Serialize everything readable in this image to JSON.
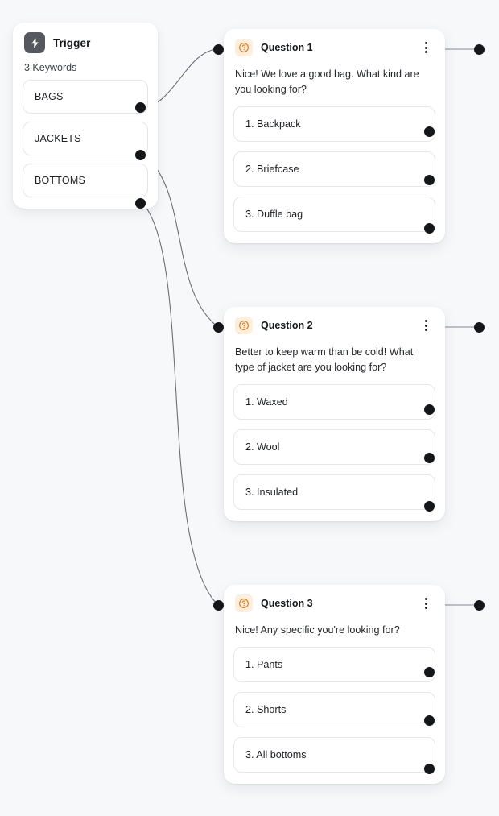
{
  "canvas": {
    "background": "#f7f8fa",
    "accent_orange": "#d9730d",
    "badge_bg": "#fdeedd",
    "port_color": "#14161a",
    "edge_color": "#6b6f76"
  },
  "trigger": {
    "icon": "lightning-bolt-icon",
    "title": "Trigger",
    "subtitle": "3 Keywords",
    "keywords": [
      {
        "label": "BAGS"
      },
      {
        "label": "JACKETS"
      },
      {
        "label": "BOTTOMS"
      }
    ]
  },
  "questions": [
    {
      "icon": "question-mark-circle-icon",
      "title": "Question 1",
      "menu_icon": "kebab-menu-icon",
      "prompt": "Nice! We love a good bag. What kind are you looking for?",
      "answers": [
        {
          "label": "1. Backpack"
        },
        {
          "label": "2. Briefcase"
        },
        {
          "label": "3. Duffle bag"
        }
      ]
    },
    {
      "icon": "question-mark-circle-icon",
      "title": "Question 2",
      "menu_icon": "kebab-menu-icon",
      "prompt": "Better to keep warm than be cold! What type of jacket are you looking for?",
      "answers": [
        {
          "label": "1. Waxed"
        },
        {
          "label": "2. Wool"
        },
        {
          "label": "3. Insulated"
        }
      ]
    },
    {
      "icon": "question-mark-circle-icon",
      "title": "Question 3",
      "menu_icon": "kebab-menu-icon",
      "prompt": "Nice! Any specific you're looking for?",
      "answers": [
        {
          "label": "1. Pants"
        },
        {
          "label": "2. Shorts"
        },
        {
          "label": "3. All bottoms"
        }
      ]
    }
  ]
}
